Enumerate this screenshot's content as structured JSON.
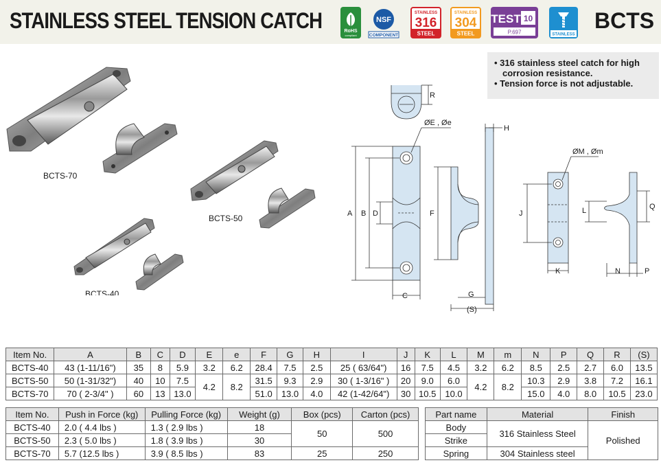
{
  "header": {
    "title": "STAINLESS STEEL TENSION CATCH",
    "code": "BCTS",
    "badges": {
      "rohs": "RoHS",
      "rohs_sub": "compliant",
      "nsf": "NSF",
      "nsf_sub": "COMPONENT",
      "s316_top": "STAINLESS",
      "s316_num": "316",
      "s316_bottom": "STEEL",
      "s304_top": "STAINLESS",
      "s304_num": "304",
      "s304_bottom": "STEEL",
      "test": "TEST",
      "test_num": "10",
      "test_page": "P.697",
      "stainless": "STAINLESS"
    }
  },
  "notes": [
    "• 316 stainless steel catch for high",
    "   corrosion resistance.",
    "• Tension force is not adjustable."
  ],
  "product_labels": {
    "bcts70": "BCTS-70",
    "bcts50": "BCTS-50",
    "bcts40": "BCTS-40"
  },
  "drawing_labels": {
    "R": "R",
    "Ee": "ØE , Øe",
    "H": "H",
    "Mm": "ØM , Øm",
    "A": "A",
    "B": "B",
    "D": "D",
    "F": "F",
    "J": "J",
    "L": "L",
    "Q": "Q",
    "C": "C",
    "G": "G",
    "S": "(S)",
    "K": "K",
    "N": "N",
    "P": "P"
  },
  "dim_table": {
    "headers": [
      "Item No.",
      "A",
      "B",
      "C",
      "D",
      "E",
      "e",
      "F",
      "G",
      "H",
      "I",
      "J",
      "K",
      "L",
      "M",
      "m",
      "N",
      "P",
      "Q",
      "R",
      "(S)"
    ],
    "rows": [
      [
        "BCTS-40",
        "43 (1-11/16\")",
        "35",
        "8",
        "5.9",
        "3.2",
        "6.2",
        "28.4",
        "7.5",
        "2.5",
        "25 ( 63/64\")",
        "16",
        "7.5",
        "4.5",
        "3.2",
        "6.2",
        "8.5",
        "2.5",
        "2.7",
        "6.0",
        "13.5"
      ],
      [
        "BCTS-50",
        "50 (1-31/32\")",
        "40",
        "10",
        "7.5",
        "4.2",
        "8.2",
        "31.5",
        "9.3",
        "2.9",
        "30 ( 1-3/16\" )",
        "20",
        "9.0",
        "6.0",
        "4.2",
        "8.2",
        "10.3",
        "2.9",
        "3.8",
        "7.2",
        "16.1"
      ],
      [
        "BCTS-70",
        "70 (  2-3/4\"  )",
        "60",
        "13",
        "13.0",
        "",
        "",
        "51.0",
        "13.0",
        "4.0",
        "42 (1-42/64\")",
        "30",
        "10.5",
        "10.0",
        "",
        "",
        "15.0",
        "4.0",
        "8.0",
        "10.5",
        "23.0"
      ]
    ]
  },
  "force_table": {
    "headers": [
      "Item No.",
      "Push in Force (kg)",
      "Pulling Force (kg)",
      "Weight (g)",
      "Box (pcs)",
      "Carton (pcs)"
    ],
    "rows": [
      [
        "BCTS-40",
        "2.0  (  4.4 lbs  )",
        "1.3  (  2.9 lbs  )",
        "18",
        "50",
        "500"
      ],
      [
        "BCTS-50",
        "2.3  (  5.0 lbs  )",
        "1.8  (  3.9 lbs  )",
        "30",
        "",
        ""
      ],
      [
        "BCTS-70",
        "5.7  (12.5 lbs  )",
        "3.9  (  8.5 lbs  )",
        "83",
        "25",
        "250"
      ]
    ]
  },
  "material_table": {
    "headers": [
      "Part name",
      "Material",
      "Finish"
    ],
    "rows": [
      [
        "Body",
        "316 Stainless Steel",
        "Polished"
      ],
      [
        "Strike",
        "",
        ""
      ],
      [
        "Spring",
        "304 Stainless steel",
        ""
      ]
    ]
  },
  "colors": {
    "header_bg": "#f2f2ea",
    "drawing_fill": "#d5e5f2",
    "table_header": "#e3e3e3",
    "badge_316": "#d2232a",
    "badge_304": "#f29a1f",
    "badge_test": "#7a3f96",
    "badge_nsf": "#1c5aa6",
    "badge_rohs": "#2a8f3c"
  }
}
